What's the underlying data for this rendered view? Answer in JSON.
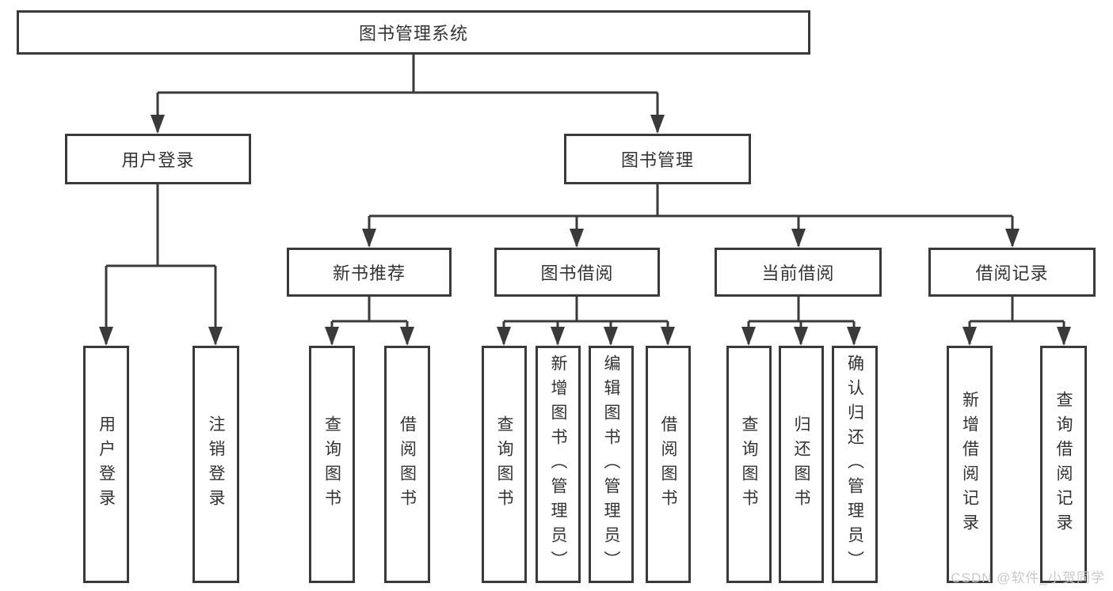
{
  "watermark": "CSDN @软件_小贺同学",
  "colors": {
    "line": "#3a3a3a",
    "text": "#333333",
    "background": "#ffffff",
    "watermark": "#c7c9cd"
  },
  "nodes": [
    {
      "id": "root",
      "label": "图书管理系统",
      "parent": null
    },
    {
      "id": "user-login",
      "label": "用户登录",
      "parent": "root"
    },
    {
      "id": "book-management",
      "label": "图书管理",
      "parent": "root"
    },
    {
      "id": "user-login-action",
      "label": "用户登录",
      "parent": "user-login"
    },
    {
      "id": "logout-action",
      "label": "注销登录",
      "parent": "user-login"
    },
    {
      "id": "new-book-recommend",
      "label": "新书推荐",
      "parent": "book-management"
    },
    {
      "id": "book-borrowing",
      "label": "图书借阅",
      "parent": "book-management"
    },
    {
      "id": "current-borrowing",
      "label": "当前借阅",
      "parent": "book-management"
    },
    {
      "id": "borrowing-records",
      "label": "借阅记录",
      "parent": "book-management"
    },
    {
      "id": "query-books-recommend",
      "label": "查询图书",
      "parent": "new-book-recommend"
    },
    {
      "id": "borrow-books-recommend",
      "label": "借阅图书",
      "parent": "new-book-recommend"
    },
    {
      "id": "query-books-borrowing",
      "label": "查询图书",
      "parent": "book-borrowing"
    },
    {
      "id": "add-books-admin",
      "label": "新增图书（管理员）",
      "parent": "book-borrowing"
    },
    {
      "id": "edit-books-admin",
      "label": "编辑图书（管理员）",
      "parent": "book-borrowing"
    },
    {
      "id": "borrow-books-borrowing",
      "label": "借阅图书",
      "parent": "book-borrowing"
    },
    {
      "id": "query-books-current",
      "label": "查询图书",
      "parent": "current-borrowing"
    },
    {
      "id": "return-books",
      "label": "归还图书",
      "parent": "current-borrowing"
    },
    {
      "id": "confirm-return-admin",
      "label": "确认归还（管理员）",
      "parent": "current-borrowing"
    },
    {
      "id": "add-borrow-record",
      "label": "新增借阅记录",
      "parent": "borrowing-records"
    },
    {
      "id": "query-borrow-record",
      "label": "查询借阅记录",
      "parent": "borrowing-records"
    }
  ]
}
